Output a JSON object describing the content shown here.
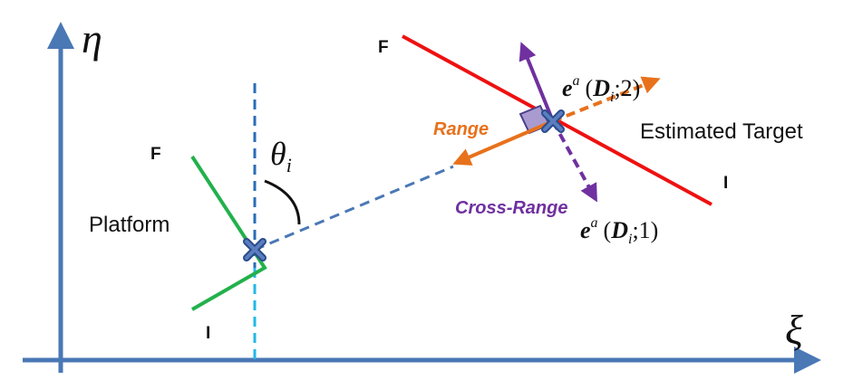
{
  "axes": {
    "x_symbol": "ξ",
    "y_symbol": "η"
  },
  "platform": {
    "label": "Platform",
    "front_label": "F",
    "rear_label": "I",
    "angle_symbol": "θ",
    "angle_subscript": "i"
  },
  "target": {
    "label": "Estimated Target",
    "front_label": "F",
    "rear_label": "I"
  },
  "directions": {
    "range_label": "Range",
    "cross_range_label": "Cross-Range",
    "vector_2": {
      "base": "e",
      "superscript": "a",
      "open": "(",
      "matrix": "D",
      "subscript": "i",
      "index": ";2)"
    },
    "vector_1": {
      "base": "e",
      "superscript": "a",
      "open": "(",
      "matrix": "D",
      "subscript": "i",
      "index": ";1)"
    }
  },
  "colors": {
    "axis": "#4a78b5",
    "platform_line": "#22b14c",
    "target_line": "#ee1111",
    "range_arrow": "#e8711c",
    "cross_range_arrow": "#7030a0",
    "marker_fill": "#5b7ec0",
    "marker_stroke": "#2b4c8c",
    "right_angle_fill": "#a99bd0",
    "vertical_reference": "#2a6db8",
    "vertical_reference_lower": "#22b8e8",
    "range_label_color": "#e8711c",
    "cross_range_label_color": "#7030a0",
    "text": "#111111"
  }
}
